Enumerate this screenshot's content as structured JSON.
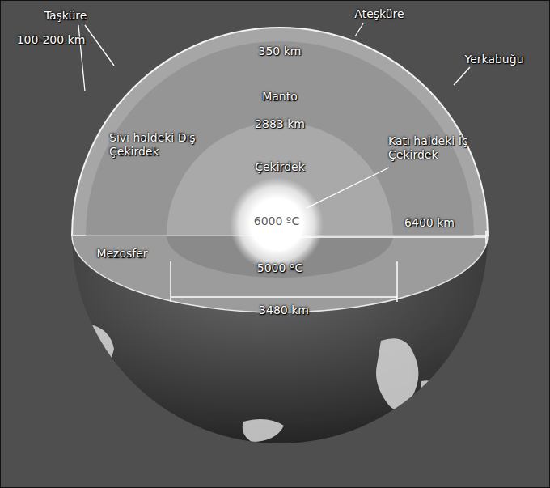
{
  "diagram": {
    "labels": [
      "Taşküre",
      "100-200 km",
      "Ateşküre",
      "350 km",
      "Yerkabuğu",
      "Manto",
      "2883 km",
      "Sıvı haldeki Dış Çekirdek",
      "Çekirdek",
      "Katı haldeki İç Çekirdek",
      "6000 ºC",
      "6400 km",
      "Mezosfer",
      "5000 ºC",
      "3480 km"
    ]
  }
}
